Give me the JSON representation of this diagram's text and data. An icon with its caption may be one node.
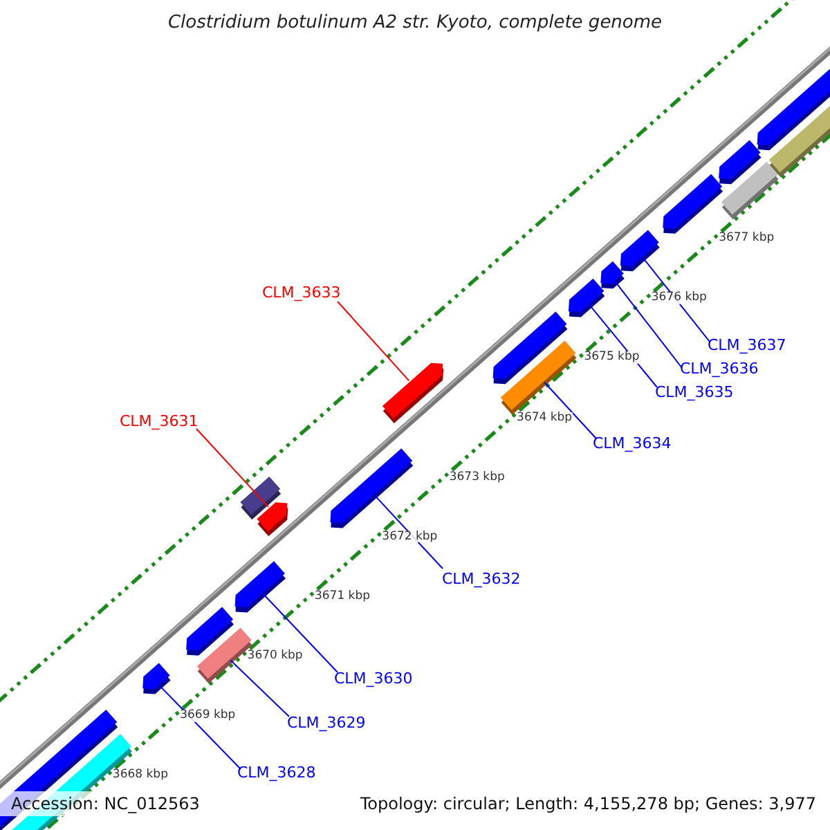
{
  "diagram": {
    "title": "Clostridium botulinum A2 str. Kyoto, complete genome",
    "nodes": [
      {
        "text": [
          "CLM_3633"
        ]
      },
      {
        "text": [
          "CLM_3637"
        ]
      },
      {
        "text": [
          "CLM_3636"
        ]
      },
      {
        "text": [
          "CLM_3635"
        ]
      },
      {
        "text": [
          "CLM_3631"
        ]
      },
      {
        "text": [
          "CLM_3634"
        ]
      },
      {
        "text": [
          "CLM_3632"
        ]
      },
      {
        "text": [
          "CLM_3630"
        ]
      },
      {
        "text": [
          "CLM_3629"
        ]
      },
      {
        "text": [
          "CLM_3628"
        ]
      },
      {
        "text": [],
        "shape": "bar"
      },
      {
        "text": [],
        "shape": "bar"
      },
      {
        "text": [],
        "shape": "bar"
      },
      {
        "text": [],
        "shape": "bar"
      },
      {
        "text": [],
        "shape": "bar"
      },
      {
        "text": [],
        "shape": "bar"
      },
      {
        "text": [],
        "shape": "bar"
      },
      {
        "text": [],
        "shape": "bar"
      },
      {
        "text": [],
        "shape": "bar"
      },
      {
        "text": [],
        "shape": "bar"
      },
      {
        "text": [],
        "shape": "bar"
      },
      {
        "text": [],
        "shape": "bar"
      },
      {
        "text": [],
        "shape": "bar"
      },
      {
        "text": [],
        "shape": "bar"
      },
      {
        "text": [],
        "shape": "bar"
      },
      {
        "text": [],
        "shape": "bar"
      },
      {
        "text": [],
        "shape": "bar"
      },
      {
        "text": [],
        "shape": "bar"
      },
      {
        "text": [],
        "shape": "bar"
      },
      {
        "text": [],
        "shape": "bar"
      }
    ],
    "edges": [
      {
        "from": 0,
        "to": 19,
        "arrow": "none",
        "color": "#ff0000"
      },
      {
        "from": 1,
        "to": 24,
        "arrow": "none"
      },
      {
        "from": 2,
        "to": 23,
        "arrow": "none"
      },
      {
        "from": 3,
        "to": 22,
        "arrow": "none"
      },
      {
        "from": 4,
        "to": 17,
        "arrow": "none",
        "color": "#ff0000"
      },
      {
        "from": 5,
        "to": 21,
        "arrow": "none"
      },
      {
        "from": 6,
        "to": 18,
        "arrow": "none"
      },
      {
        "from": 7,
        "to": 15,
        "arrow": "none"
      },
      {
        "from": 8,
        "to": 14,
        "arrow": "none"
      },
      {
        "from": 9,
        "to": 12,
        "arrow": "none"
      }
    ],
    "labels": [
      "3677 kbp",
      "3676 kbp",
      "3675 kbp",
      "3674 kbp",
      "3673 kbp",
      "3672 kbp",
      "3671 kbp",
      "3670 kbp",
      "3669 kbp",
      "3668 kbp",
      "Accession: NC_012563",
      "Topology: circular; Length: 4,155,278 bp; Genes: 3,977"
    ]
  }
}
